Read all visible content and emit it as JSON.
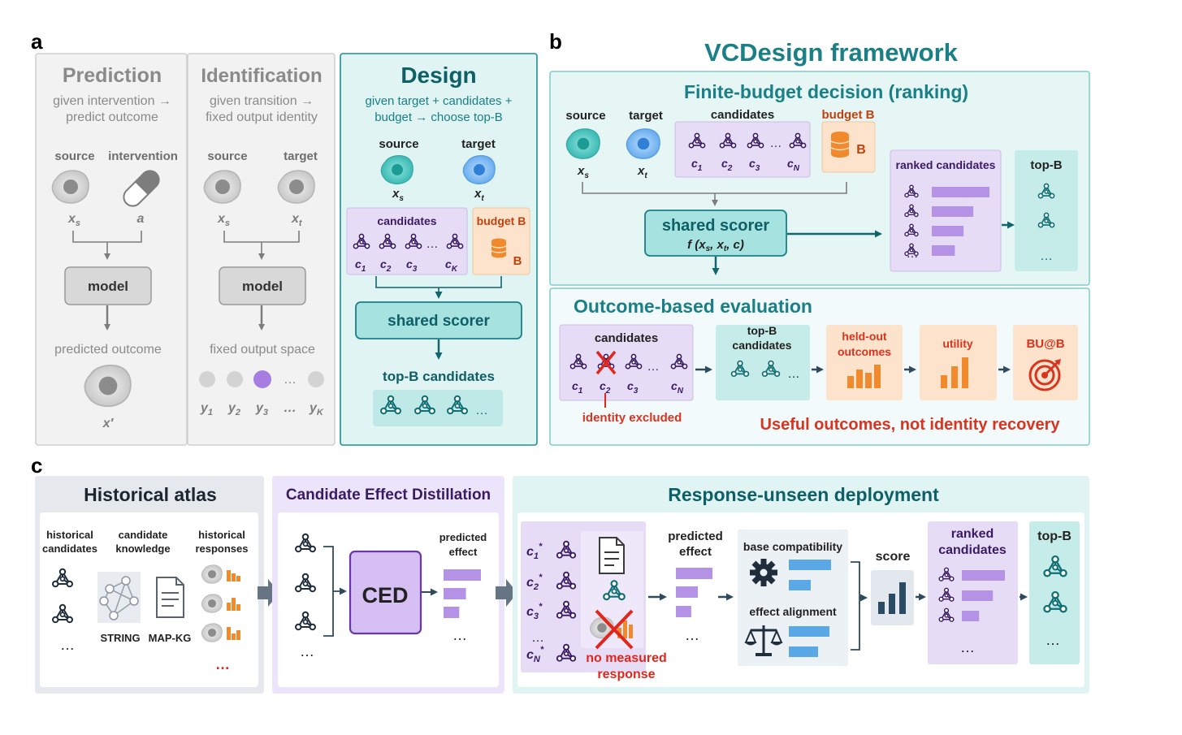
{
  "colors": {
    "teal": "#1a7f86",
    "teal_dark": "#0e5f66",
    "gray": "#8a8a8a",
    "purple": "#5b2b8c",
    "purple_light": "#e7dcf6",
    "orange": "#e46b1c",
    "red": "#d8341f",
    "bar_purple": "#b493e6",
    "bar_blue": "#5aa8e6",
    "bar_orange": "#f08a2c"
  },
  "panel_a": {
    "label": "a",
    "prediction": {
      "title": "Prediction",
      "subtitle_line1": "given intervention →",
      "subtitle_line2": "predict outcome",
      "source": "source",
      "intervention": "intervention",
      "xs": "x",
      "xs_sub": "s",
      "a": "a",
      "model": "model",
      "output": "predicted outcome",
      "xprime": "x′"
    },
    "identification": {
      "title": "Identification",
      "subtitle_line1": "given transition →",
      "subtitle_line2": "fixed output identity",
      "source": "source",
      "target": "target",
      "xs": "x",
      "xs_sub": "s",
      "xt": "x",
      "xt_sub": "t",
      "model": "model",
      "output": "fixed output space",
      "dots": "…",
      "y_labels": [
        "y",
        "y",
        "y",
        "…",
        "y"
      ],
      "y_subs": [
        "1",
        "2",
        "3",
        "",
        "K"
      ]
    },
    "design": {
      "title": "Design",
      "subtitle_line1": "given target + candidates +",
      "subtitle_line2": "budget → choose top-B",
      "source": "source",
      "target": "target",
      "xs": "x",
      "xs_sub": "s",
      "xt": "x",
      "xt_sub": "t",
      "candidates": "candidates",
      "cand_labels": [
        "c",
        "c",
        "c",
        "c"
      ],
      "cand_subs": [
        "1",
        "2",
        "3",
        "K"
      ],
      "dots": "…",
      "budget": "budget B",
      "budget_letter": "B",
      "scorer": "shared scorer",
      "output": "top-B candidates"
    }
  },
  "panel_b": {
    "label": "b",
    "title": "VCDesign framework",
    "finite": {
      "title": "Finite-budget decision (ranking)",
      "source": "source",
      "target": "target",
      "xs": "x",
      "xs_sub": "s",
      "xt": "x",
      "xt_sub": "t",
      "candidates": "candidates",
      "cand_labels": [
        "c",
        "c",
        "c",
        "c"
      ],
      "cand_subs": [
        "1",
        "2",
        "3",
        "N"
      ],
      "dots": "…",
      "budget": "budget B",
      "budget_letter": "B",
      "scorer": "shared scorer",
      "scorer_formula": "f (x",
      "scorer_formula_s": "s",
      "scorer_formula_mid": ", x",
      "scorer_formula_t": "t",
      "scorer_formula_end": ", c)",
      "ranked": "ranked candidates",
      "ranked_values": [
        1.0,
        0.72,
        0.55,
        0.4
      ],
      "topb": "top-B"
    },
    "outcome": {
      "title": "Outcome-based evaluation",
      "candidates": "candidates",
      "cand_labels": [
        "c",
        "c",
        "c",
        "c"
      ],
      "cand_subs": [
        "1",
        "2",
        "3",
        "N"
      ],
      "dots": "…",
      "excluded": "identity excluded",
      "topb_line1": "top-B",
      "topb_line2": "candidates",
      "heldout_line1": "held-out",
      "heldout_line2": "outcomes",
      "utility": "utility",
      "bu": "BU@B",
      "tagline": "Useful outcomes, not identity recovery"
    }
  },
  "panel_c": {
    "label": "c",
    "atlas": {
      "title": "Historical atlas",
      "col1_line1": "historical",
      "col1_line2": "candidates",
      "col2_line1": "candidate",
      "col2_line2": "knowledge",
      "col3_line1": "historical",
      "col3_line2": "responses",
      "string": "STRING",
      "mapkg": "MAP-KG",
      "dots": "…"
    },
    "ced": {
      "title": "Candidate Effect Distillation",
      "box": "CED",
      "predicted_line1": "predicted",
      "predicted_line2": "effect",
      "predicted_values": [
        1.0,
        0.6,
        0.42
      ],
      "dots": "…"
    },
    "deploy": {
      "title": "Response-unseen deployment",
      "cand_labels": [
        "c",
        "c",
        "c",
        "c"
      ],
      "cand_subs": [
        "1",
        "2",
        "3",
        "N"
      ],
      "dots": "…",
      "no_measured_line1": "no measured",
      "no_measured_line2": "response",
      "predicted_line1": "predicted",
      "predicted_line2": "effect",
      "predicted_values": [
        1.0,
        0.6,
        0.42
      ],
      "base_compat": "base compatibility",
      "effect_align": "effect alignment",
      "score": "score",
      "ranked_line1": "ranked",
      "ranked_line2": "candidates",
      "ranked_values": [
        1.0,
        0.72,
        0.4
      ],
      "topb": "top-B"
    }
  }
}
